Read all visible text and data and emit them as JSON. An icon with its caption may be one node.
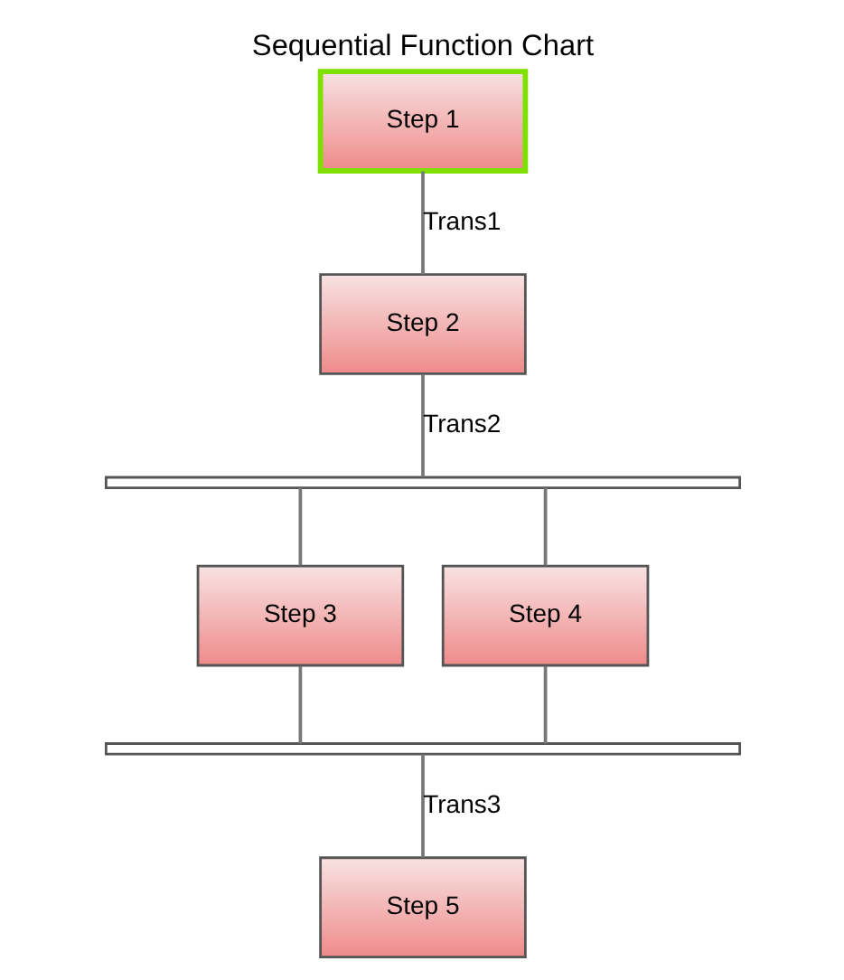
{
  "diagram": {
    "title": "Sequential Function Chart",
    "nodes": [
      {
        "text": [
          "Step 1"
        ]
      },
      {
        "text": [
          "Step 2"
        ]
      },
      {
        "text": [],
        "shape": "bar"
      },
      {
        "text": [
          "Step 3"
        ]
      },
      {
        "text": [
          "Step 4"
        ]
      },
      {
        "text": [],
        "shape": "bar"
      },
      {
        "text": [
          "Step 5"
        ]
      }
    ],
    "edges": [
      {
        "from": 0,
        "to": 1,
        "arrow": "none",
        "label": "Trans1"
      },
      {
        "from": 1,
        "to": 2,
        "arrow": "none",
        "label": "Trans2"
      },
      {
        "from": 2,
        "to": 3,
        "arrow": "none"
      },
      {
        "from": 2,
        "to": 4,
        "arrow": "none"
      },
      {
        "from": 3,
        "to": 5,
        "arrow": "none"
      },
      {
        "from": 4,
        "to": 5,
        "arrow": "none"
      },
      {
        "from": 5,
        "to": 6,
        "arrow": "none",
        "label": "Trans3"
      }
    ]
  }
}
